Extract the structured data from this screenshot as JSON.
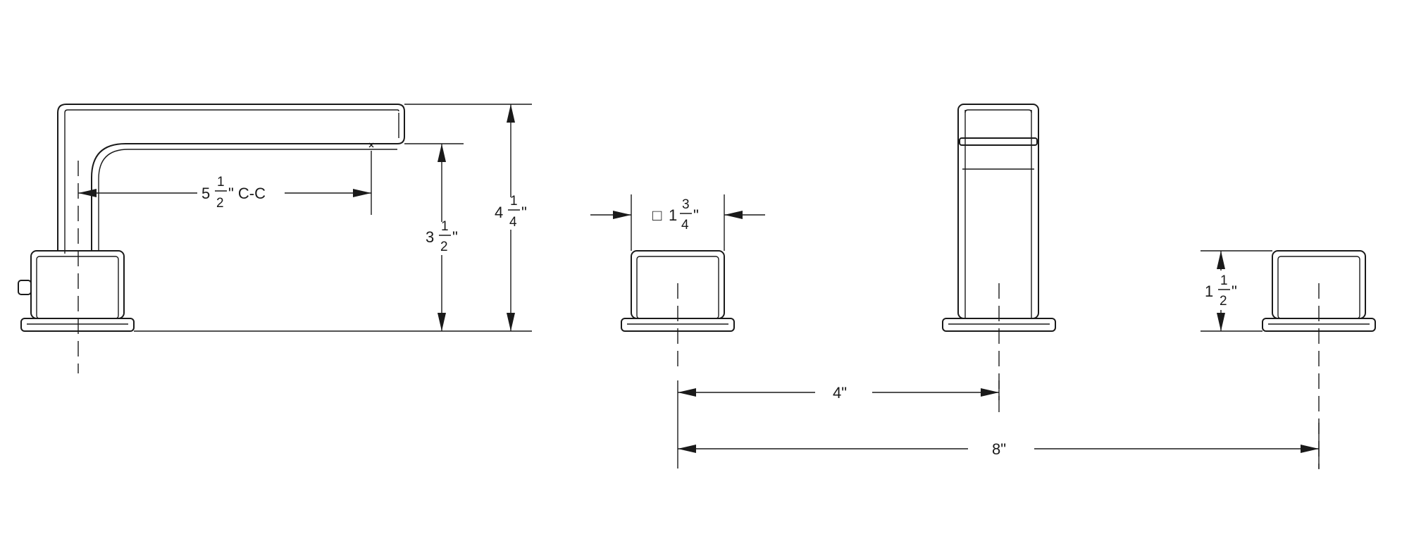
{
  "dimensions": {
    "spout_reach": {
      "whole": "5",
      "num": "1",
      "den": "2",
      "suffix": "\" C-C"
    },
    "spout_height": {
      "whole": "3",
      "num": "1",
      "den": "2",
      "suffix": "\""
    },
    "overall_height": {
      "whole": "4",
      "num": "1",
      "den": "4",
      "suffix": "\""
    },
    "handle_square": {
      "symbol": "□",
      "whole": "1",
      "num": "3",
      "den": "4",
      "suffix": "\""
    },
    "handle_height": {
      "whole": "1",
      "num": "1",
      "den": "2",
      "suffix": "\""
    },
    "center_to_center": "4\"",
    "overall_spread": "8\""
  }
}
